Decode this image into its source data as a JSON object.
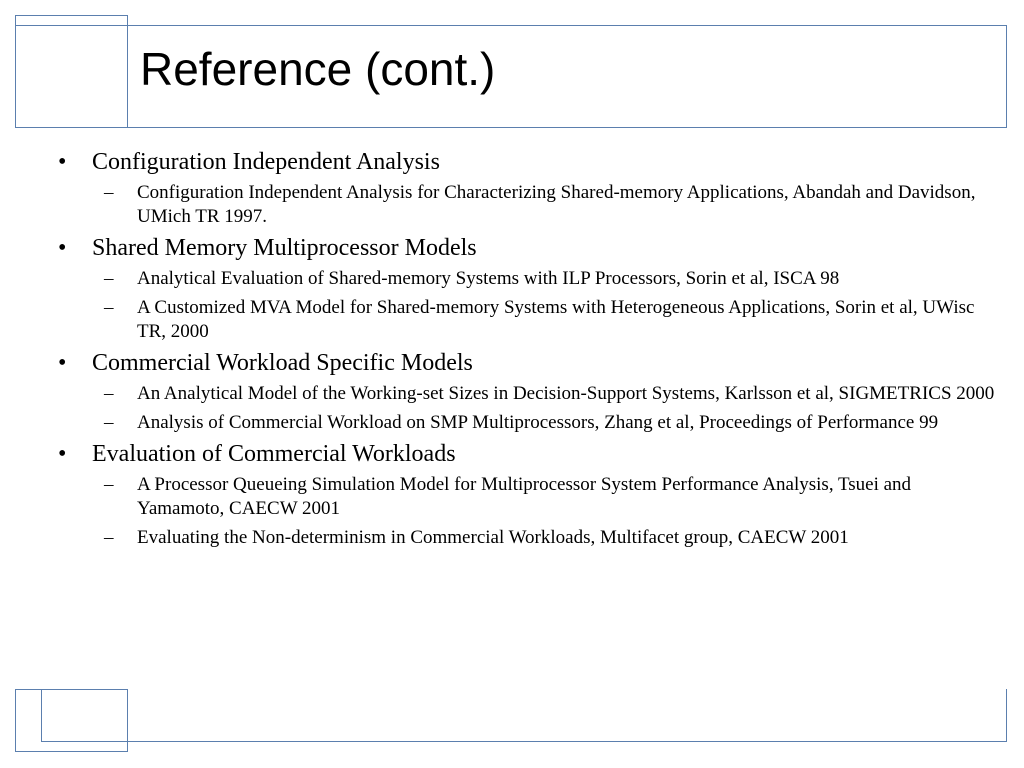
{
  "slide": {
    "title": "Reference (cont.)",
    "bullet_mark": "•",
    "sub_mark": "–",
    "bullets": [
      {
        "text": "Configuration Independent Analysis",
        "subs": [
          "Configuration Independent Analysis for Characterizing Shared-memory Applications, Abandah and Davidson, UMich TR 1997."
        ]
      },
      {
        "text": "Shared Memory Multiprocessor Models",
        "subs": [
          "Analytical Evaluation of Shared-memory Systems with ILP Processors, Sorin et al, ISCA 98",
          "A Customized MVA Model for Shared-memory Systems with Heterogeneous Applications, Sorin et al, UWisc TR, 2000"
        ]
      },
      {
        "text": "Commercial Workload Specific Models",
        "subs": [
          "An Analytical Model of the Working-set Sizes in Decision-Support Systems, Karlsson et al, SIGMETRICS 2000",
          "Analysis of Commercial Workload on SMP Multiprocessors, Zhang et al, Proceedings of Performance 99"
        ]
      },
      {
        "text": "Evaluation of Commercial Workloads",
        "subs": [
          "A Processor Queueing Simulation Model for Multiprocessor System Performance Analysis, Tsuei and Yamamoto, CAECW 2001",
          "Evaluating the Non-determinism in Commercial Workloads, Multifacet group, CAECW 2001"
        ]
      }
    ]
  }
}
